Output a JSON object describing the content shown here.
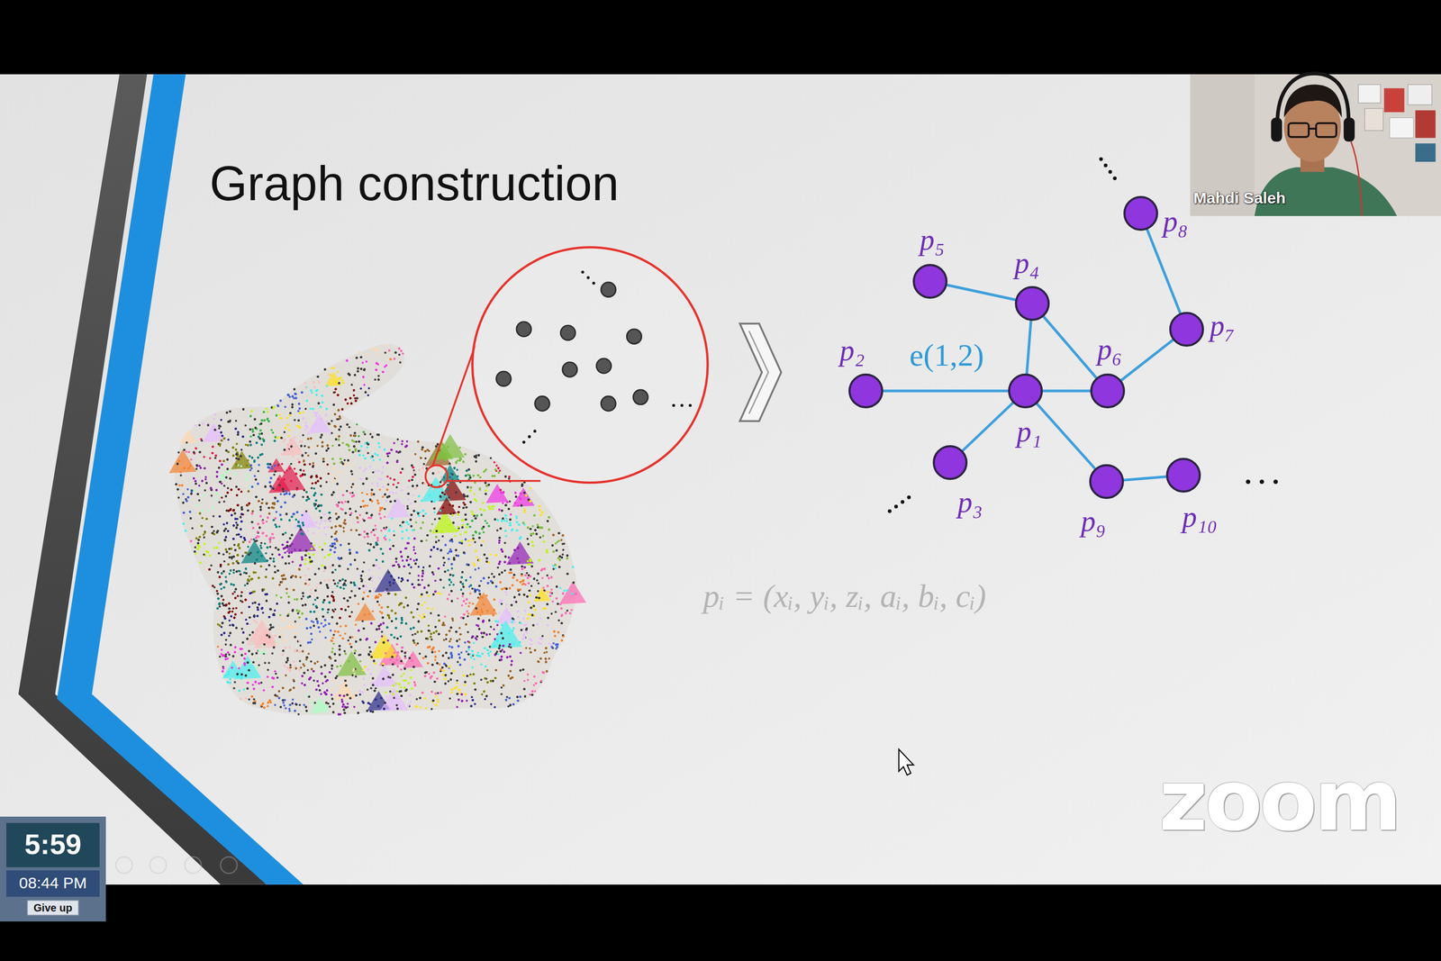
{
  "diagram": {
    "title": "Graph construction",
    "nodes": [
      {
        "text": [
          "p₁"
        ]
      },
      {
        "text": [
          "p₂"
        ]
      },
      {
        "text": [
          "p₃"
        ]
      },
      {
        "text": [
          "p₄"
        ]
      },
      {
        "text": [
          "p₅"
        ]
      },
      {
        "text": [
          "p₆"
        ]
      },
      {
        "text": [
          "p₇"
        ]
      },
      {
        "text": [
          "p₈"
        ]
      },
      {
        "text": [
          "p₉"
        ]
      },
      {
        "text": [
          "p₁₀"
        ]
      }
    ],
    "edges": [
      {
        "from": 0,
        "to": 1,
        "label": "e(1,2)",
        "arrow": "none"
      },
      {
        "from": 0,
        "to": 2,
        "arrow": "none"
      },
      {
        "from": 0,
        "to": 3,
        "arrow": "none"
      },
      {
        "from": 0,
        "to": 5,
        "arrow": "none"
      },
      {
        "from": 0,
        "to": 8,
        "arrow": "none"
      },
      {
        "from": 3,
        "to": 4,
        "arrow": "none"
      },
      {
        "from": 3,
        "to": 5,
        "arrow": "none"
      },
      {
        "from": 5,
        "to": 6,
        "arrow": "none"
      },
      {
        "from": 6,
        "to": 7,
        "arrow": "none"
      },
      {
        "from": 8,
        "to": 9,
        "arrow": "none"
      }
    ],
    "labels": [
      "pᵢ = (xᵢ, yᵢ, zᵢ, aᵢ, bᵢ, cᵢ)",
      "Mahdi Saleh",
      "zoom",
      "5:59",
      "08:44 PM",
      "Give up"
    ]
  }
}
